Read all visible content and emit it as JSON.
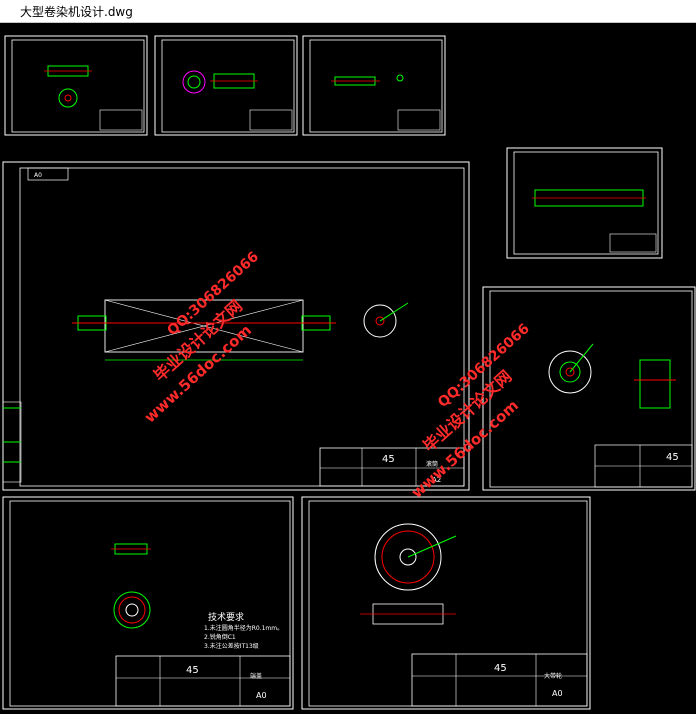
{
  "window": {
    "title": "大型卷染机设计.dwg"
  },
  "sheets": {
    "main": {
      "tag": "A0",
      "material": "45",
      "part": "滚筒",
      "size": "A2"
    },
    "right": {
      "material": "45"
    },
    "bottom_left": {
      "material": "45",
      "part": "端盖",
      "size": "A0",
      "tech_title": "技术要求",
      "tech_lines": [
        "1.未注圆角半径为R0.1mm。",
        "2.锐角倒C1",
        "3.未注公差按IT13级"
      ]
    },
    "bottom_right": {
      "material": "45",
      "part": "大带轮",
      "size": "A0"
    }
  },
  "watermarks": [
    {
      "text": "www.56doc.com"
    },
    {
      "text": "毕业设计论文网"
    },
    {
      "text": "QQ:306826066"
    },
    {
      "text": "www.56doc.com"
    },
    {
      "text": "毕业设计论文网"
    },
    {
      "text": "QQ:306826066"
    }
  ],
  "colors": {
    "background": "#000000",
    "frame": "#ffffff",
    "geometry": "#00ff00",
    "centerline": "#ff0000",
    "watermark": "#ff2a2a"
  }
}
